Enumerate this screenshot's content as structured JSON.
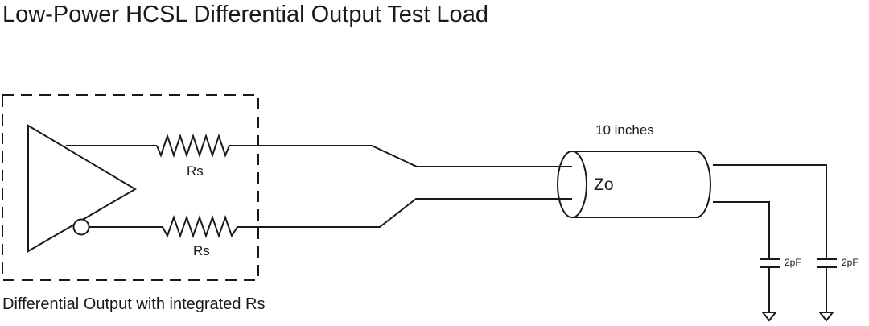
{
  "title": "Low-Power HCSL Differential Output Test Load",
  "driver_block": {
    "caption": "Differential Output with integrated Rs",
    "resistors": [
      {
        "label": "Rs"
      },
      {
        "label": "Rs"
      }
    ]
  },
  "transmission_line": {
    "length_label": "10 inches",
    "impedance_label": "Zo"
  },
  "load": {
    "capacitors": [
      {
        "label": "2pF"
      },
      {
        "label": "2pF"
      }
    ]
  },
  "colors": {
    "line": "#1a1a1a",
    "background": "#ffffff"
  }
}
